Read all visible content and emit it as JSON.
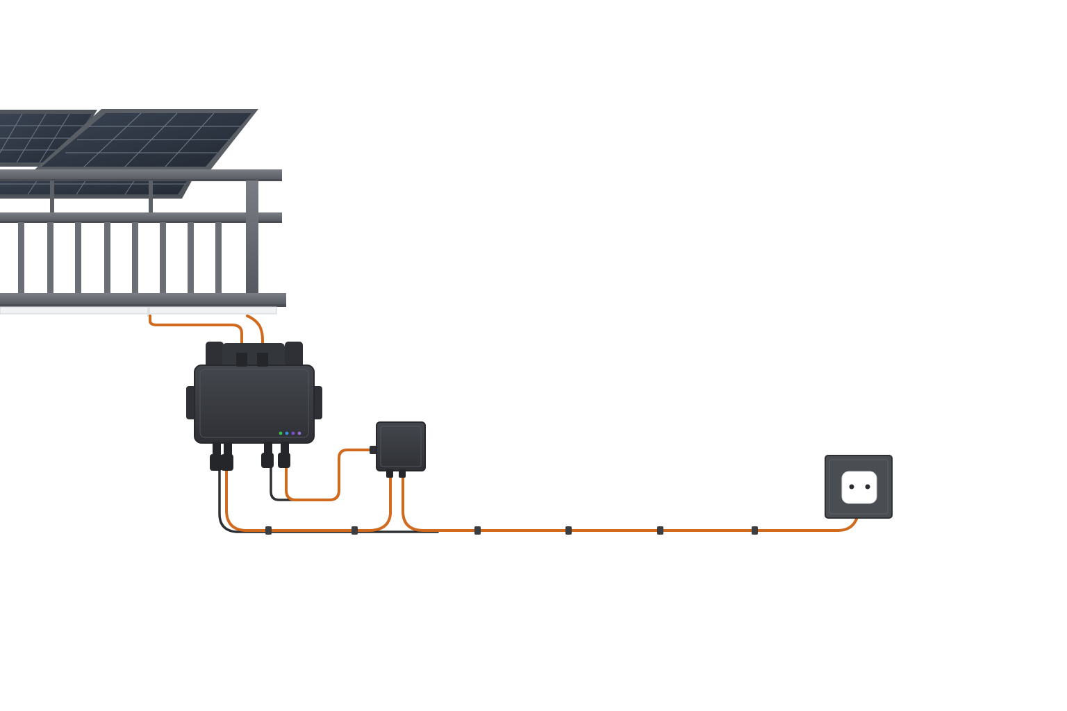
{
  "scene": {
    "background": "#ffffff",
    "components": [
      {
        "id": "solar-panels",
        "icon": "solar-panel-icon",
        "count": 3
      },
      {
        "id": "balcony-railing",
        "icon": "railing-icon"
      },
      {
        "id": "micro-inverter",
        "icon": "inverter-icon"
      },
      {
        "id": "junction-box",
        "icon": "junction-box-icon"
      },
      {
        "id": "wall-socket",
        "icon": "power-socket-icon"
      }
    ],
    "inverter_leds": [
      "#35c04a",
      "#3a8fd8",
      "#7a4fc8",
      "#9b6ad6"
    ],
    "cable_clips": 6
  },
  "colors": {
    "panel_frame": "#5a5f66",
    "panel_cell": "#2b3340",
    "panel_grid": "#8d96a3",
    "railing": "#6b6f75",
    "railing_dark": "#4a4e54",
    "device": "#3a3d42",
    "device_dark": "#2a2c30",
    "cable_orange": "#d06a1e",
    "cable_black": "#2e3034",
    "socket_plate": "#4a4d52",
    "socket_insert": "#ffffff"
  }
}
